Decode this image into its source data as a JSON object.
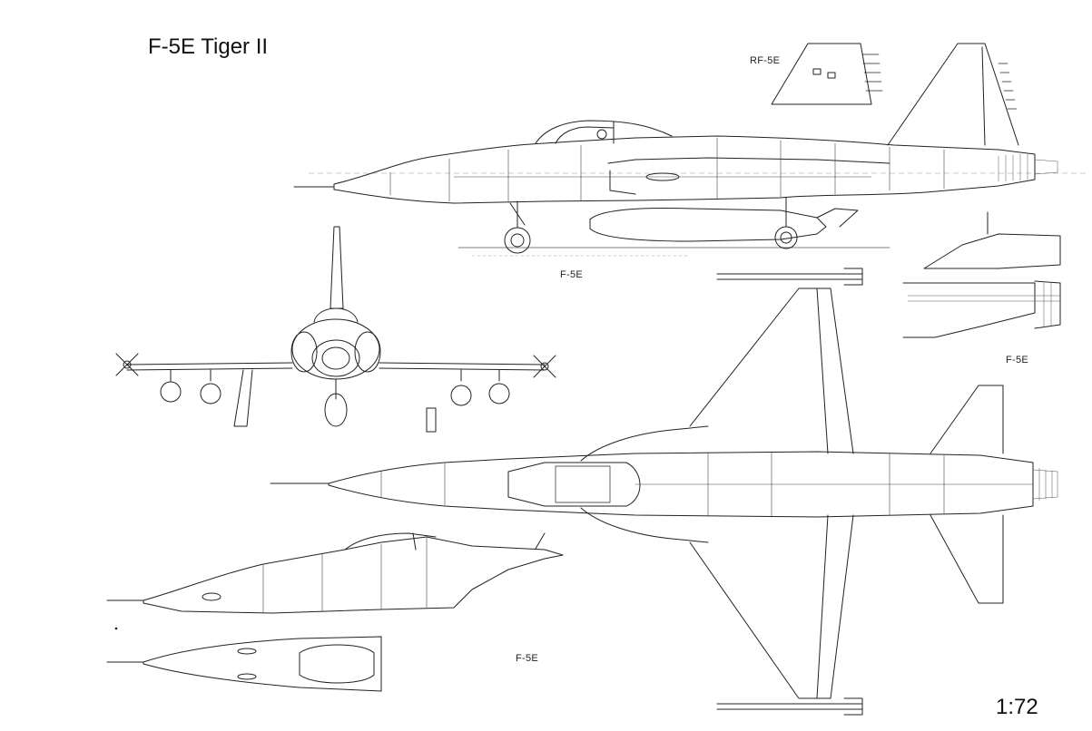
{
  "title": "F-5E Tiger II",
  "scale": "1:72",
  "labels": {
    "rf5e_detail": "RF-5E",
    "side_view": "F-5E",
    "nozzle_detail": "F-5E",
    "nose_view": "F-5E"
  }
}
